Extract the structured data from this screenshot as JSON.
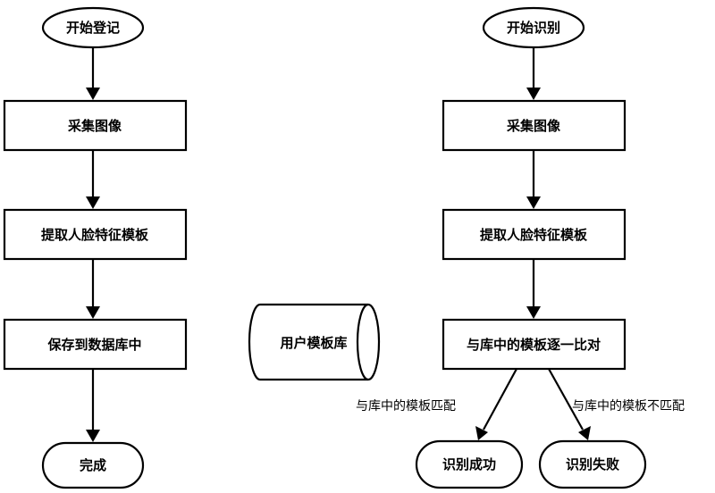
{
  "registration": {
    "start": "开始登记",
    "capture": "采集图像",
    "extract": "提取人脸特征模板",
    "save": "保存到数据库中",
    "done": "完成"
  },
  "database": {
    "label": "用户模板库"
  },
  "recognition": {
    "start": "开始识别",
    "capture": "采集图像",
    "extract": "提取人脸特征模板",
    "compare": "与库中的模板逐一比对",
    "match_label": "与库中的模板匹配",
    "nomatch_label": "与库中的模板不匹配",
    "success": "识别成功",
    "failure": "识别失败"
  }
}
